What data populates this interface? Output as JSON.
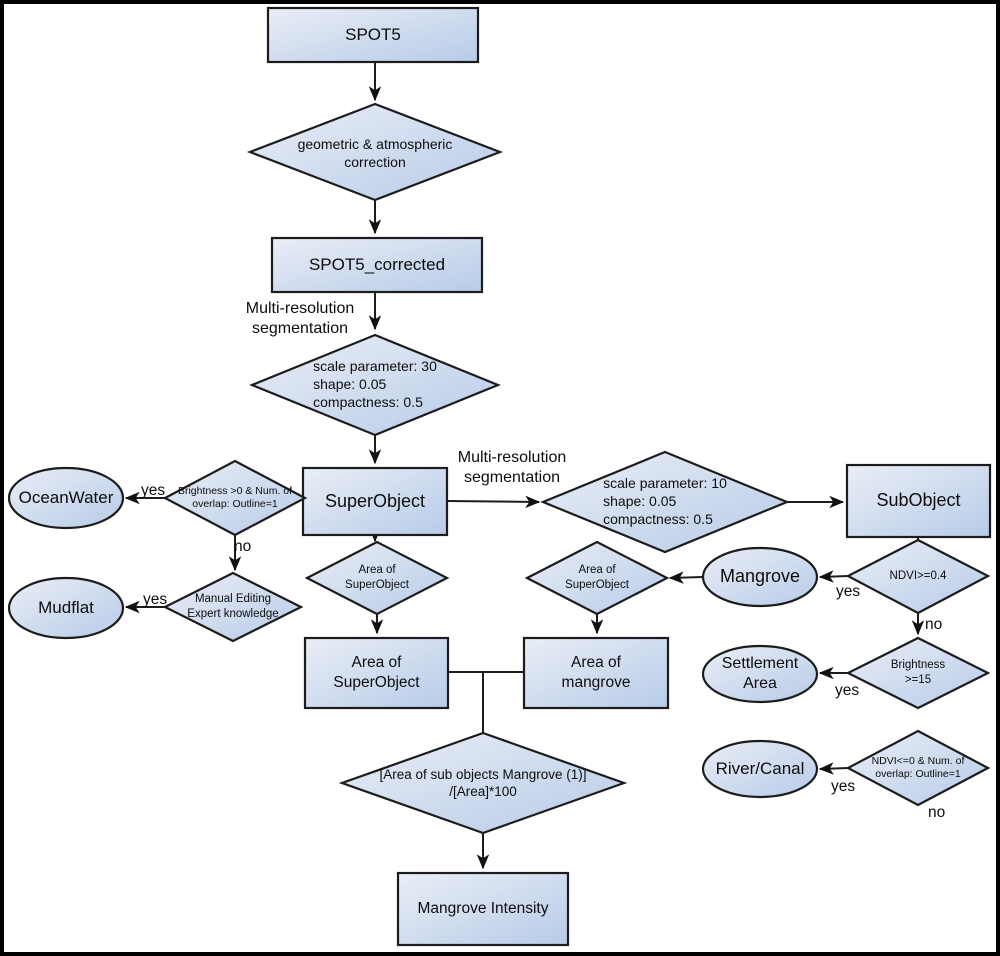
{
  "diagram": {
    "nodes": {
      "spot5": {
        "label": "SPOT5",
        "shape": "rectangle"
      },
      "geo_correction": {
        "label": "geometric & atmospheric\ncorrection",
        "shape": "diamond"
      },
      "spot5_corrected": {
        "label": "SPOT5_corrected",
        "shape": "rectangle"
      },
      "seg30": {
        "label": "scale parameter: 30\nshape: 0.05\ncompactness: 0.5",
        "shape": "diamond"
      },
      "super_object": {
        "label": "SuperObject",
        "shape": "rectangle"
      },
      "brightness_overlap": {
        "label": "Brightness >0 & Num. of\noverlap: Outline=1",
        "shape": "diamond"
      },
      "ocean_water": {
        "label": "OceanWater",
        "shape": "ellipse"
      },
      "manual_editing": {
        "label": "Manual Editing\nExpert knowledge",
        "shape": "diamond"
      },
      "mudflat": {
        "label": "Mudflat",
        "shape": "ellipse"
      },
      "seg10": {
        "label": "scale parameter: 10\nshape: 0.05\ncompactness: 0.5",
        "shape": "diamond"
      },
      "sub_object": {
        "label": "SubObject",
        "shape": "rectangle"
      },
      "ndvi_04": {
        "label": "NDVI>=0.4",
        "shape": "diamond"
      },
      "mangrove": {
        "label": "Mangrove",
        "shape": "ellipse"
      },
      "area_super_diamond_left": {
        "label": "Area of\nSuperObject",
        "shape": "diamond"
      },
      "area_super_diamond_right": {
        "label": "Area of\nSuperObject",
        "shape": "diamond"
      },
      "brightness_15": {
        "label": "Brightness\n>=15",
        "shape": "diamond"
      },
      "settlement_area": {
        "label": "Settlement\nArea",
        "shape": "ellipse"
      },
      "ndvi_0_overlap": {
        "label": "NDVI<=0 & Num. of\noverlap: Outline=1",
        "shape": "diamond"
      },
      "river_canal": {
        "label": "River/Canal",
        "shape": "ellipse"
      },
      "area_super_rect": {
        "label": "Area of\nSuperObject",
        "shape": "rectangle"
      },
      "area_mangrove": {
        "label": "Area of\nmangrove",
        "shape": "rectangle"
      },
      "intensity_formula": {
        "label": "[Area of sub objects Mangrove (1)]\n/[Area]*100",
        "shape": "diamond"
      },
      "mangrove_intensity": {
        "label": "Mangrove Intensity",
        "shape": "rectangle"
      }
    },
    "edge_labels": {
      "multires_seg_1": "Multi-resolution\nsegmentation",
      "multires_seg_2": "Multi-resolution\nsegmentation",
      "yes_ocean": "yes",
      "no_ocean": "no",
      "yes_mudflat": "yes",
      "yes_mangrove": "yes",
      "no_mangrove": "no",
      "yes_settlement": "yes",
      "yes_river": "yes",
      "no_river": "no"
    },
    "colors": {
      "shape_fill_light": "#eaeef6",
      "shape_fill_dark": "#b7cbe8",
      "stroke": "#1c1c1c",
      "background": "#ffffff",
      "frame": "#000000"
    }
  }
}
